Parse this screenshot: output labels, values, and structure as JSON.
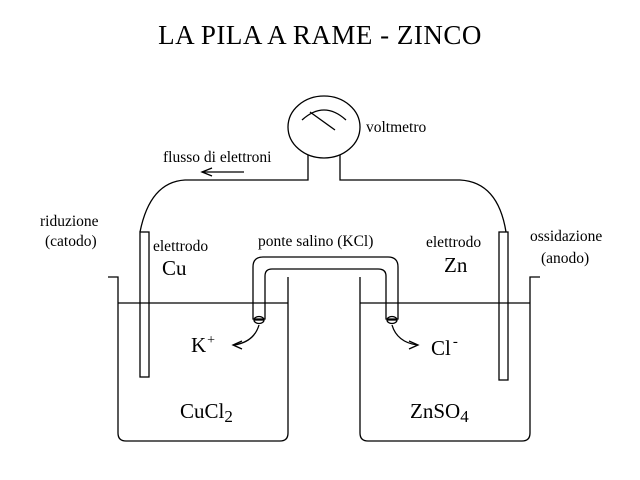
{
  "title": "LA  PILA  A  RAME - ZINCO",
  "voltmeter_label": "voltmetro",
  "electron_flow_label": "flusso di elettroni",
  "left": {
    "process": "riduzione",
    "role": "(catodo)",
    "electrode_word": "elettrodo",
    "metal": "Cu",
    "solution_base": "CuCl",
    "solution_sub": "2",
    "ion_base": "K",
    "ion_sup": "+"
  },
  "right": {
    "process": "ossidazione",
    "role": "(anodo)",
    "electrode_word": "elettrodo",
    "metal": "Zn",
    "solution_base": "ZnSO",
    "solution_sub": "4",
    "ion_base": "Cl",
    "ion_sup": "-"
  },
  "salt_bridge_label": "ponte salino (KCl)",
  "colors": {
    "ink": "#000000",
    "background": "#ffffff"
  }
}
